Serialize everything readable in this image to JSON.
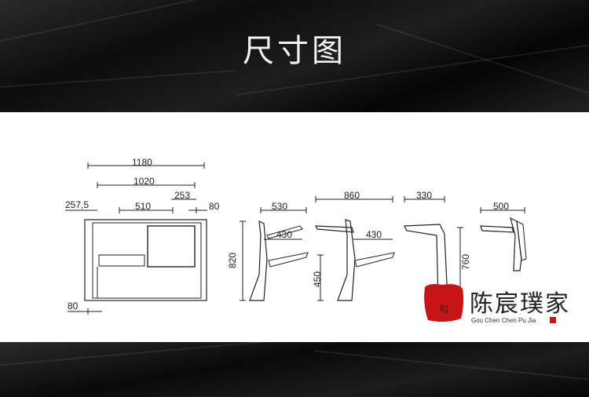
{
  "header": {
    "title": "尺寸图"
  },
  "dimensions": {
    "front_total_width": "1180",
    "front_inner_width": "1020",
    "front_seat_width": "510",
    "front_left_offset": "257,5",
    "front_board_gap": "253",
    "front_right_margin": "80",
    "front_bottom_margin": "80",
    "side1_top_depth": "530",
    "side1_board_depth": "430",
    "side1_height": "820",
    "side2_top_depth": "860",
    "side2_board_depth": "430",
    "side2_seat_height": "450",
    "side3_top_depth": "330",
    "side3_height": "760",
    "side4_top_depth": "500"
  },
  "brand": {
    "chinese_name": "陈宸璞家",
    "english_name": "Gou Chen Chen Pu Jia",
    "seal_char": "勾",
    "seal_color": "#c81414"
  }
}
